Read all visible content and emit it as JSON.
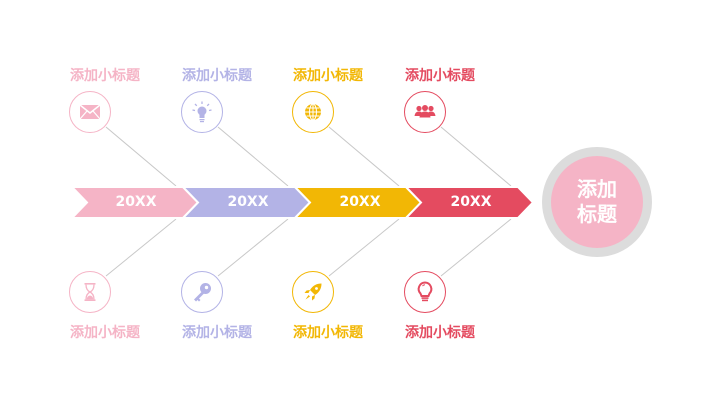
{
  "colors": {
    "pink": "#f5b4c6",
    "lavender": "#b3b3e6",
    "yellow": "#f2b705",
    "red": "#e44b60",
    "hub_ring": "#dcdcdc",
    "connector": "#c8c8c8"
  },
  "timeline": {
    "segments": [
      {
        "year": "20XX",
        "color": "#f5b4c6"
      },
      {
        "year": "20XX",
        "color": "#b3b3e6"
      },
      {
        "year": "20XX",
        "color": "#f2b705"
      },
      {
        "year": "20XX",
        "color": "#e44b60"
      }
    ]
  },
  "top_items": [
    {
      "title": "添加小标题",
      "icon": "envelope-icon",
      "color": "#f5b4c6"
    },
    {
      "title": "添加小标题",
      "icon": "lightbulb-on-icon",
      "color": "#b3b3e6"
    },
    {
      "title": "添加小标题",
      "icon": "globe-icon",
      "color": "#f2b705"
    },
    {
      "title": "添加小标题",
      "icon": "users-icon",
      "color": "#e44b60"
    }
  ],
  "bottom_items": [
    {
      "title": "添加小标题",
      "icon": "hourglass-icon",
      "color": "#f5b4c6"
    },
    {
      "title": "添加小标题",
      "icon": "key-icon",
      "color": "#b3b3e6"
    },
    {
      "title": "添加小标题",
      "icon": "rocket-icon",
      "color": "#f2b705"
    },
    {
      "title": "添加小标题",
      "icon": "lightbulb-outline-icon",
      "color": "#e44b60"
    }
  ],
  "hub": {
    "line1": "添加",
    "line2": "标题"
  }
}
